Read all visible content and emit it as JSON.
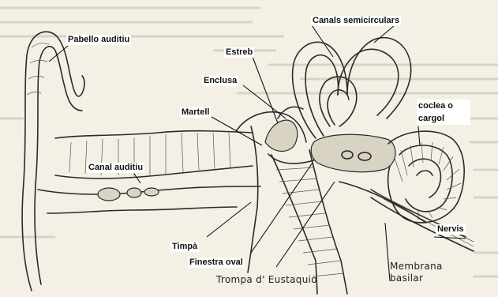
{
  "figure": {
    "labels": {
      "pavello": "Pabello auditiu",
      "canals": "Canals semicirculars",
      "estreb": "Estreb",
      "enclusa": "Enclusa",
      "martell": "Martell",
      "coclea": "coclea o cargol",
      "canal": "Canal auditiu",
      "timpa": "Timpà",
      "finestra": "Finestra oval",
      "trompa": "Trompa d' Eustaquio",
      "membrana_line1": "Membrana",
      "membrana_line2": "basilar",
      "nervis": "Nervis"
    },
    "colors": {
      "paper": "#f4f0e6",
      "ink": "#2a2a2a",
      "label_bg": "#ffffff"
    }
  }
}
